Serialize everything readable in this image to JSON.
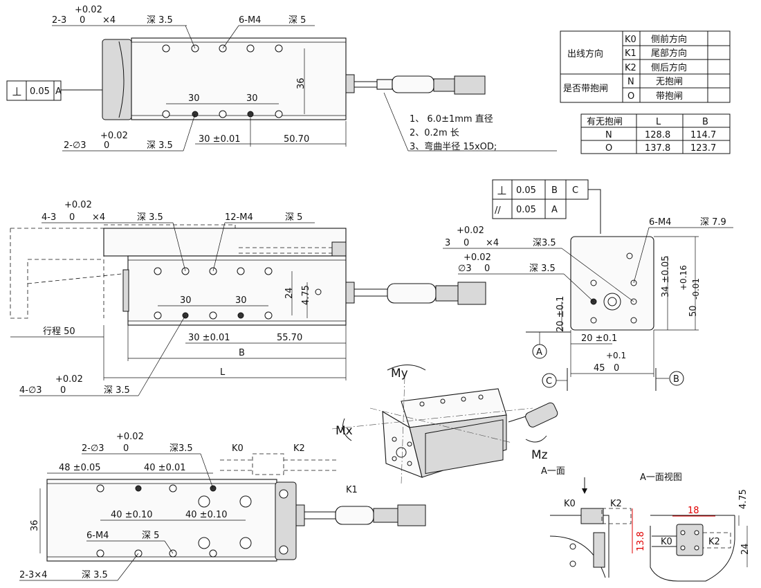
{
  "top_view": {
    "tol_upper": "+0.02",
    "pin_top_prefix": "2-3",
    "pin_top_zero": "0",
    "pin_top_mult": "×4",
    "pin_top_depth": "深 3.5",
    "thread_label": "6-M4",
    "thread_depth": "深 5",
    "dim_36": "36",
    "dim_30a": "30",
    "dim_30b": "30",
    "pin_bot_tol": "+0.02",
    "pin_bot_prefix": "2-∅3",
    "pin_bot_zero": "0",
    "pin_bot_depth": "深 3.5",
    "dim_30_tol": "30 ±0.01",
    "dim_5070": "50.70",
    "perp_symbol": "⊥",
    "perp_value": "0.05",
    "perp_datum": "A",
    "cable_notes": [
      "1、 6.0±1mm 直径",
      "2、0.2m 长",
      "3、弯曲半径  15xOD;"
    ]
  },
  "table_options": {
    "group1_label": "出线方向",
    "group2_label": "是否带抱闸",
    "rows": [
      {
        "code": "K0",
        "desc": "侧前方向"
      },
      {
        "code": "K1",
        "desc": "尾部方向"
      },
      {
        "code": "K2",
        "desc": "侧后方向"
      },
      {
        "code": "N",
        "desc": "无抱闸"
      },
      {
        "code": "O",
        "desc": "带抱闸"
      }
    ]
  },
  "table_lb": {
    "headers": [
      "有无抱闸",
      "L",
      "B"
    ],
    "rows": [
      [
        "N",
        "128.8",
        "114.7"
      ],
      [
        "O",
        "137.8",
        "123.7"
      ]
    ]
  },
  "side_view": {
    "tol_upper": "+0.02",
    "pin_top_prefix": "4-3",
    "pin_top_zero": "0",
    "pin_top_mult": "×4",
    "pin_top_depth": "深 3.5",
    "thread_label": "12-M4",
    "thread_depth": "深 5",
    "dim_24": "24",
    "dim_475": "4.75",
    "dim_30a": "30",
    "dim_30b": "30",
    "stroke_label": "行程  50",
    "dim_30_tol": "30 ±0.01",
    "dim_5570": "55.70",
    "dim_B": "B",
    "dim_L": "L",
    "pin_bot_tol": "+0.02",
    "pin_bot_prefix": "4-∅3",
    "pin_bot_zero": "0",
    "pin_bot_depth": "深 3.5"
  },
  "end_view": {
    "gdt1_value": "0.05",
    "gdt1_datum1": "B",
    "gdt1_datum2": "C",
    "gdt2_symbol": "//",
    "gdt2_value": "0.05",
    "gdt2_datum": "A",
    "thread_label": "6-M4",
    "thread_depth": "深 7.9",
    "tol1": "+0.02",
    "pin1_prefix": "3",
    "pin1_zero": "0",
    "pin1_mult": "×4",
    "pin1_depth": "深3.5",
    "tol2": "+0.02",
    "pin2_prefix": "∅3",
    "pin2_zero": "0",
    "pin2_depth": "深 3.5",
    "dim_34": "34 ±0.05",
    "dim_50_tol": "+0.16",
    "dim_50_tol2": "-0.01",
    "dim_50": "50",
    "dim_20v": "20 ±0.1",
    "dim_20h": "20 ±0.1",
    "dim_45_tol": "+0.1",
    "dim_45": "45",
    "dim_45_zero": "0",
    "datum_A": "A",
    "datum_B": "B",
    "datum_C": "C"
  },
  "iso_view": {
    "my": "My",
    "mx": "Mx",
    "mz": "Mz"
  },
  "bottom_view": {
    "tol_upper": "+0.02",
    "pin_prefix": "2-∅3",
    "pin_zero": "0",
    "pin_depth": "深3.5",
    "k0": "K0",
    "k2": "K2",
    "k1": "K1",
    "dim_48": "48 ±0.05",
    "dim_40a": "40 ±0.01",
    "dim_40b": "40 ±0.10",
    "dim_40c": "40 ±0.10",
    "dim_36": "36",
    "thread_label": "6-M4",
    "thread_depth": "深  5",
    "pin2_label": "2-3×4",
    "pin2_depth": "深 3.5"
  },
  "a_face": {
    "arrow_label": "A一面",
    "k0": "K0",
    "k2": "K2",
    "dim_138": "13.8"
  },
  "a_face_view": {
    "title": "A一面视图",
    "dim_18": "18",
    "dim_475": "4.75",
    "dim_24": "24",
    "k0": "K0",
    "k2": "K2"
  }
}
